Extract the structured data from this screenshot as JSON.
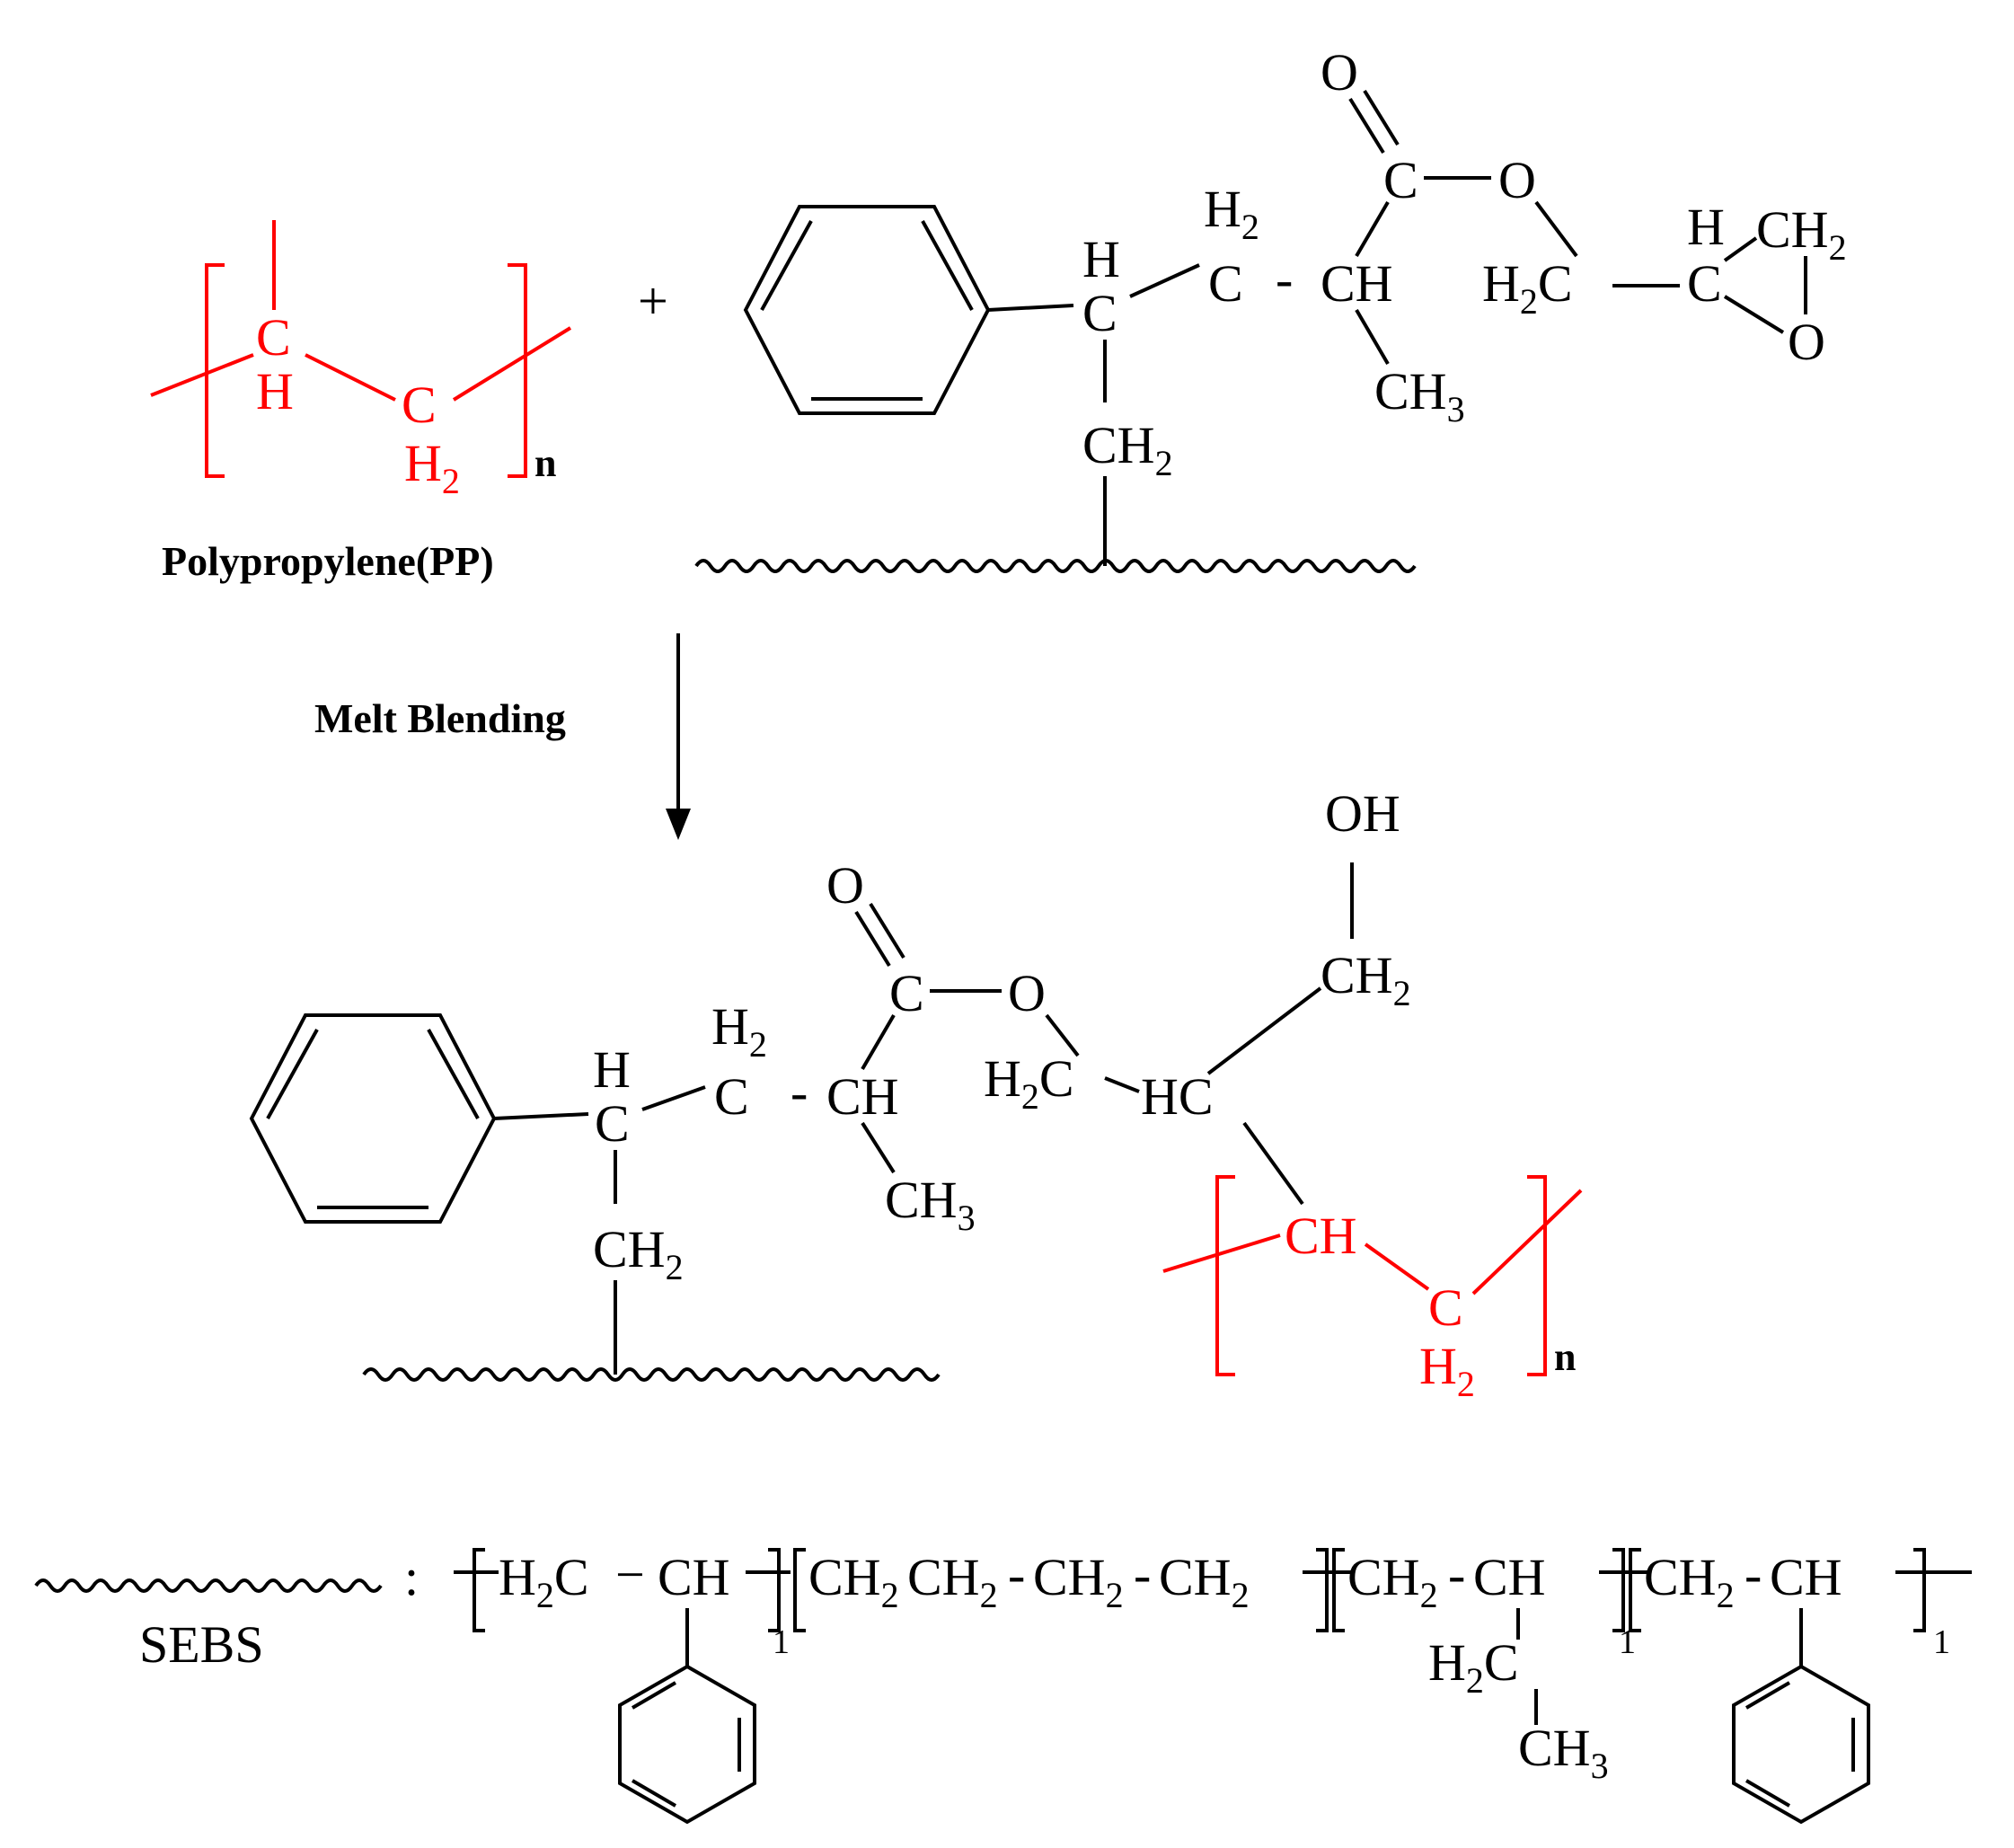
{
  "colors": {
    "pp": "#ff0000",
    "ink": "#000000",
    "background": "#ffffff"
  },
  "reactant_pp": {
    "atom_ch_c": "C",
    "atom_ch_h": "H",
    "atom_ch2_c": "C",
    "atom_ch2_h": "H",
    "atom_ch2_sub": "2",
    "repeat_n": "n",
    "name": "Polypropylene(PP)"
  },
  "plus_sign": "+",
  "reactant_gma": {
    "ch_h": "H",
    "ch_c": "C",
    "ch2_h": "H",
    "ch2_sub": "2",
    "ch2_c": "C",
    "dash": "-",
    "ch_mid": "CH",
    "carbonyl_o": "O",
    "carbonyl_c": "C",
    "ester_o": "O",
    "ch3": "CH",
    "ch3_sub": "3",
    "backbone_ch2": "CH",
    "backbone_ch2_sub": "2",
    "epoxy_h2c": "H",
    "epoxy_h2c_sub": "2",
    "epoxy_h2c_c": "C",
    "epoxy_h": "H",
    "epoxy_c": "C",
    "epoxy_ch2": "CH",
    "epoxy_ch2_sub": "2",
    "epoxy_o": "O"
  },
  "process_label": "Melt Blending",
  "product": {
    "ch_h": "H",
    "ch_c": "C",
    "ch2_h": "H",
    "ch2_sub": "2",
    "ch2_c": "C",
    "dash": "-",
    "ch_mid": "CH",
    "carbonyl_o": "O",
    "carbonyl_c": "C",
    "ester_o": "O",
    "ch3": "CH",
    "ch3_sub": "3",
    "backbone_ch2": "CH",
    "backbone_ch2_sub": "2",
    "h2c": "H",
    "h2c_sub": "2",
    "h2c_c": "C",
    "hc": "HC",
    "oh": "OH",
    "ch2oh": "CH",
    "ch2oh_sub": "2",
    "pp_ch": "CH",
    "pp_c": "C",
    "pp_h2": "H",
    "pp_h2_sub": "2",
    "repeat_n": "n"
  },
  "sebs_legend": {
    "colon": ":",
    "name": "SEBS",
    "block1": {
      "h": "H",
      "h_sub": "2",
      "c": "C",
      "dash": "−",
      "ch": "CH",
      "repeat": "1"
    },
    "block2": {
      "ch2a": "CH",
      "ch2a_sub": "2",
      "ch2b": "CH",
      "ch2b_sub": "2",
      "dash1": "-",
      "ch2c": "CH",
      "ch2c_sub": "2",
      "dash2": "-",
      "ch2d": "CH",
      "ch2d_sub": "2"
    },
    "block3": {
      "ch2": "CH",
      "ch2_sub": "2",
      "dash": "-",
      "ch": "CH",
      "h2c": "H",
      "h2c_sub": "2",
      "h2c_c": "C",
      "ch3": "CH",
      "ch3_sub": "3",
      "repeat": "1"
    },
    "block4": {
      "ch2": "CH",
      "ch2_sub": "2",
      "dash": "-",
      "ch": "CH",
      "repeat": "1"
    }
  }
}
